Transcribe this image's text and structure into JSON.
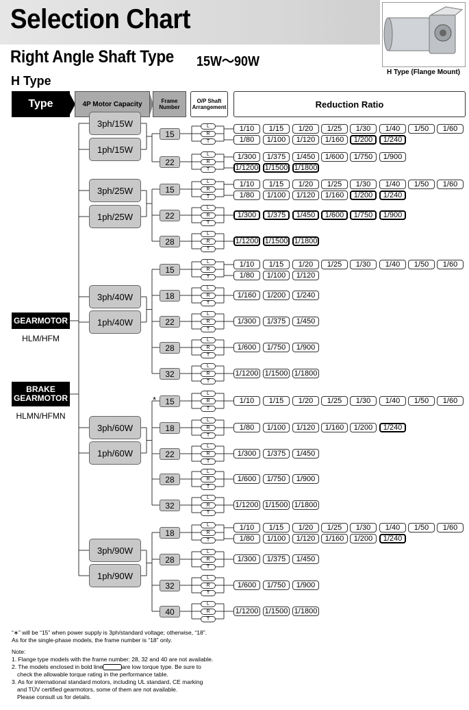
{
  "header": {
    "title": "Selection Chart",
    "subtitle": "Right Angle Shaft Type",
    "power_range": "15W〜90W",
    "type_name": "H Type",
    "photo_caption": "H Type (Flange Mount)"
  },
  "columns": {
    "type": "Type",
    "capacity": "4P Motor Capacity",
    "frame": "Frame Number",
    "shaft_line1": "O/P Shaft",
    "shaft_line2": "Arrangement",
    "ratio": "Reduction Ratio"
  },
  "types": [
    {
      "line1": "GEARMOTOR",
      "line2": "",
      "model": "HLM/HFM"
    },
    {
      "line1": "BRAKE",
      "line2": "GEARMOTOR",
      "model": "HLMN/HFMN"
    }
  ],
  "shaft_letters": [
    "L",
    "R",
    "T"
  ],
  "asterisk": "*",
  "groups": [
    {
      "capacities": [
        "3ph/15W",
        "1ph/15W"
      ],
      "frames": [
        {
          "number": "15",
          "rows": [
            [
              "1/10",
              "1/15",
              "1/20",
              "1/25",
              "1/30",
              "1/40",
              "1/50",
              "1/60"
            ],
            [
              "1/80",
              "1/100",
              "1/120",
              "1/160",
              "1/200",
              "1/240"
            ]
          ]
        },
        {
          "number": "22",
          "rows": [
            [
              "1/300",
              "1/375",
              "1/450",
              "1/600",
              "1/750",
              "1/900"
            ],
            [
              "1/1200",
              "1/1500",
              "1/1800"
            ]
          ]
        }
      ]
    },
    {
      "capacities": [
        "3ph/25W",
        "1ph/25W"
      ],
      "frames": [
        {
          "number": "15",
          "rows": [
            [
              "1/10",
              "1/15",
              "1/20",
              "1/25",
              "1/30",
              "1/40",
              "1/50",
              "1/60"
            ],
            [
              "1/80",
              "1/100",
              "1/120",
              "1/160",
              "1/200",
              "1/240"
            ]
          ]
        },
        {
          "number": "22",
          "rows": [
            [
              "1/300",
              "1/375",
              "1/450",
              "1/600",
              "1/750",
              "1/900"
            ]
          ]
        },
        {
          "number": "28",
          "rows": [
            [
              "1/1200",
              "1/1500",
              "1/1800"
            ]
          ]
        }
      ]
    },
    {
      "capacities": [
        "3ph/40W",
        "1ph/40W"
      ],
      "frames": [
        {
          "number": "15",
          "rows": [
            [
              "1/10",
              "1/15",
              "1/20",
              "1/25",
              "1/30",
              "1/40",
              "1/50",
              "1/60"
            ],
            [
              "1/80",
              "1/100",
              "1/120"
            ]
          ]
        },
        {
          "number": "18",
          "rows": [
            [
              "1/160",
              "1/200",
              "1/240"
            ]
          ]
        },
        {
          "number": "22",
          "rows": [
            [
              "1/300",
              "1/375",
              "1/450"
            ]
          ]
        },
        {
          "number": "28",
          "rows": [
            [
              "1/600",
              "1/750",
              "1/900"
            ]
          ]
        },
        {
          "number": "32",
          "rows": [
            [
              "1/1200",
              "1/1500",
              "1/1800"
            ]
          ]
        }
      ]
    },
    {
      "capacities": [
        "3ph/60W",
        "1ph/60W"
      ],
      "frames": [
        {
          "number": "15",
          "rows": [
            [
              "1/10",
              "1/15",
              "1/20",
              "1/25",
              "1/30",
              "1/40",
              "1/50",
              "1/60"
            ]
          ]
        },
        {
          "number": "18",
          "rows": [
            [
              "1/80",
              "1/100",
              "1/120",
              "1/160",
              "1/200",
              "1/240"
            ]
          ]
        },
        {
          "number": "22",
          "rows": [
            [
              "1/300",
              "1/375",
              "1/450"
            ]
          ]
        },
        {
          "number": "28",
          "rows": [
            [
              "1/600",
              "1/750",
              "1/900"
            ]
          ]
        },
        {
          "number": "32",
          "rows": [
            [
              "1/1200",
              "1/1500",
              "1/1800"
            ]
          ]
        }
      ]
    },
    {
      "capacities": [
        "3ph/90W",
        "1ph/90W"
      ],
      "frames": [
        {
          "number": "18",
          "rows": [
            [
              "1/10",
              "1/15",
              "1/20",
              "1/25",
              "1/30",
              "1/40",
              "1/50",
              "1/60"
            ],
            [
              "1/80",
              "1/100",
              "1/120",
              "1/160",
              "1/200",
              "1/240"
            ]
          ]
        },
        {
          "number": "28",
          "rows": [
            [
              "1/300",
              "1/375",
              "1/450"
            ]
          ]
        },
        {
          "number": "32",
          "rows": [
            [
              "1/600",
              "1/750",
              "1/900"
            ]
          ]
        },
        {
          "number": "40",
          "rows": [
            [
              "1/1200",
              "1/1500",
              "1/1800"
            ]
          ]
        }
      ]
    }
  ],
  "notes": {
    "footnote1": "“∗” will be “15” when power supply is 3ph/standard voltage; otherwise, “18”.",
    "footnote2": "As for the single-phase models, the frame number is “18” only.",
    "heading": "Note:",
    "n1": "1. Flange type models with the frame number: 28, 32 and 40 are not available.",
    "n2a": "2. The models enclosed in bold line",
    "n2b": "are low torque type.  Be sure to",
    "n2c": "check the allowable torque rating in the performance table.",
    "n3a": "3. As for international standard motors, including UL standard, CE marking",
    "n3b": "and TÜV certified gearmotors, some of them are not available.",
    "n3c": "Please consult us for details."
  }
}
